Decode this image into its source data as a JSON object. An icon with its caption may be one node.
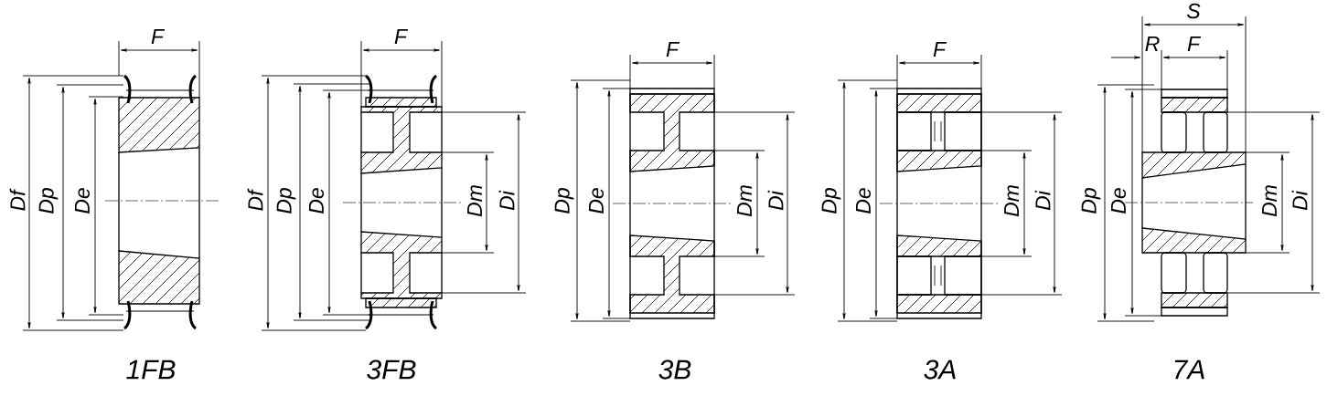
{
  "diagram": {
    "labels": [
      "F",
      "Df",
      "Dp",
      "De",
      "1FB",
      "F",
      "Df",
      "Dp",
      "De",
      "Dm",
      "Di",
      "3FB",
      "F",
      "Dp",
      "De",
      "Dm",
      "Di",
      "3B",
      "F",
      "Dp",
      "De",
      "Dm",
      "Di",
      "3A",
      "S",
      "R",
      "F",
      "Dp",
      "De",
      "Dm",
      "Di",
      "7A"
    ]
  }
}
